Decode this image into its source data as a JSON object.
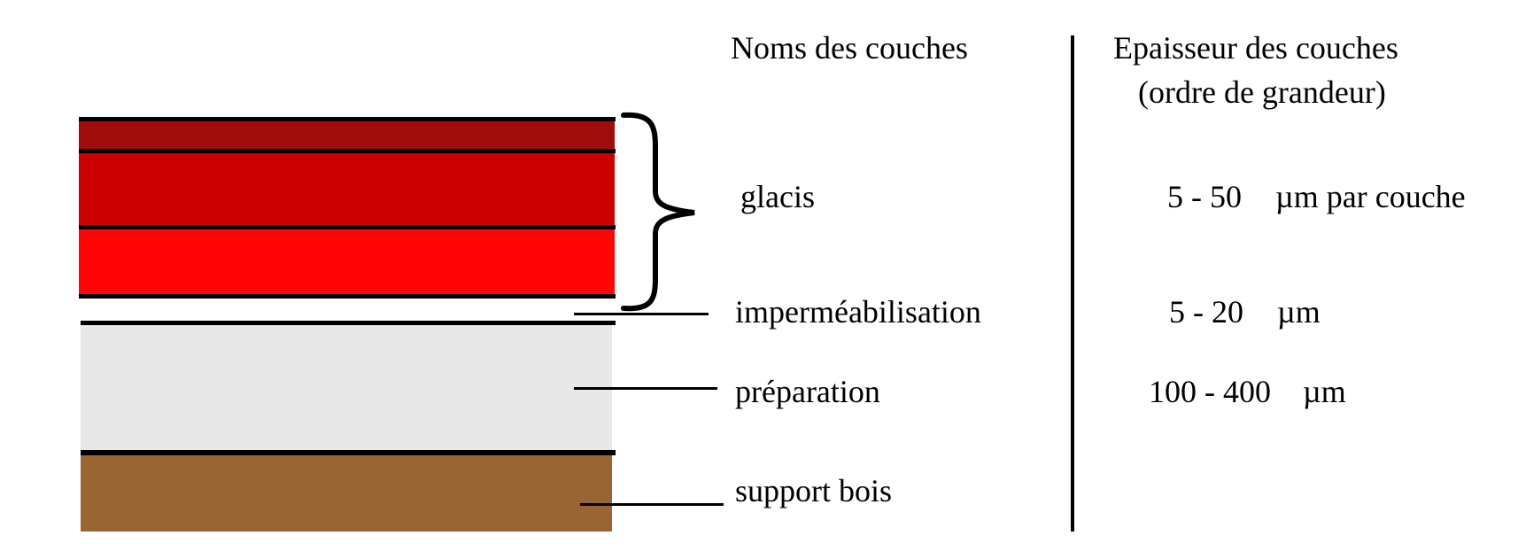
{
  "headers": {
    "names": "Noms des couches",
    "thickness_line1": "Epaisseur des couches",
    "thickness_line2": "(ordre de grandeur)"
  },
  "layers": {
    "glacis": {
      "label": "glacis",
      "range": "5 - 50",
      "unit": "µm par couche"
    },
    "impermeabilisation": {
      "label": "imperméabilisation",
      "range": "5 - 20",
      "unit": "µm"
    },
    "preparation": {
      "label": "préparation",
      "range": "100 - 400",
      "unit": "µm"
    },
    "support": {
      "label": "support bois"
    }
  },
  "colors": {
    "glacis_top": "#a00c0c",
    "glacis_middle": "#cc0000",
    "glacis_bottom": "#ff0505",
    "preparation": "#e8e8e8",
    "support_bois": "#996633",
    "lines": "#000000"
  }
}
